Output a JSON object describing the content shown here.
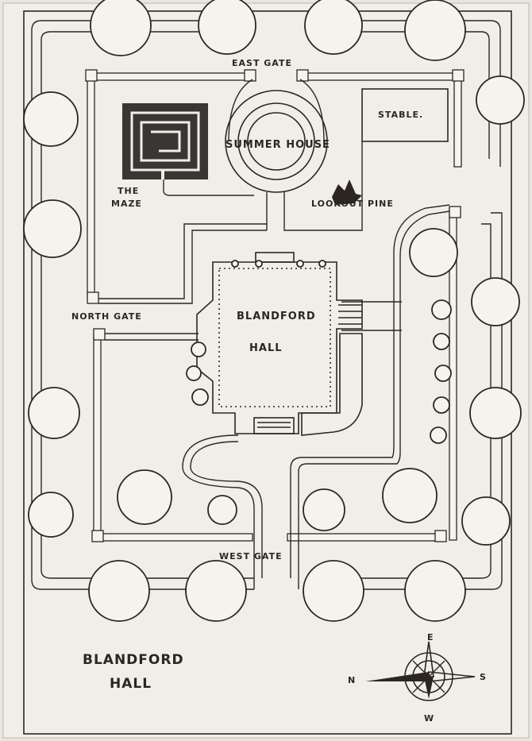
{
  "map_title": [
    "BLANDFORD",
    "HALL"
  ],
  "building_label": [
    "BLANDFORD",
    "HALL"
  ],
  "labels": {
    "east_gate": "EAST GATE",
    "west_gate": "WEST GATE",
    "north_gate": "NORTH GATE",
    "summer_house": "SUMMER HOUSE",
    "stable": "STABLE.",
    "maze": [
      "THE",
      "MAZE"
    ],
    "lookout_pine": "LOOKOUT PINE"
  },
  "compass": {
    "north": "N",
    "south": "S",
    "east": "E",
    "west": "W"
  },
  "colors": {
    "paper": "#e9e5df",
    "ink": "#2b2622",
    "fill": "#f6f3ee",
    "maze": "#3a3633"
  }
}
